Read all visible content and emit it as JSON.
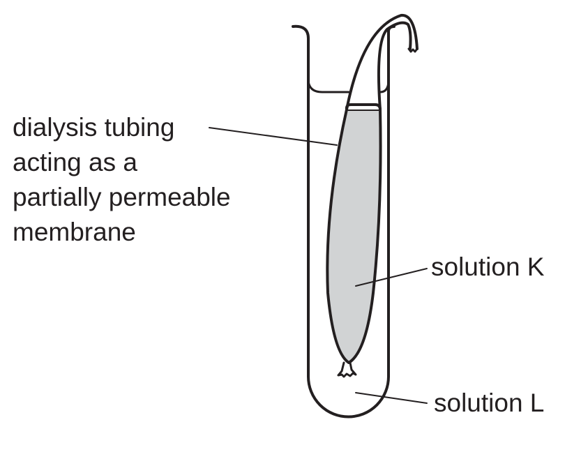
{
  "labels": {
    "tubing_lines": [
      "dialysis tubing",
      "acting as a",
      "partially permeable",
      "membrane"
    ],
    "solution_k": "solution K",
    "solution_l": "solution L"
  },
  "colors": {
    "ink": "#231f20",
    "solution_k_fill": "#d1d3d4"
  }
}
